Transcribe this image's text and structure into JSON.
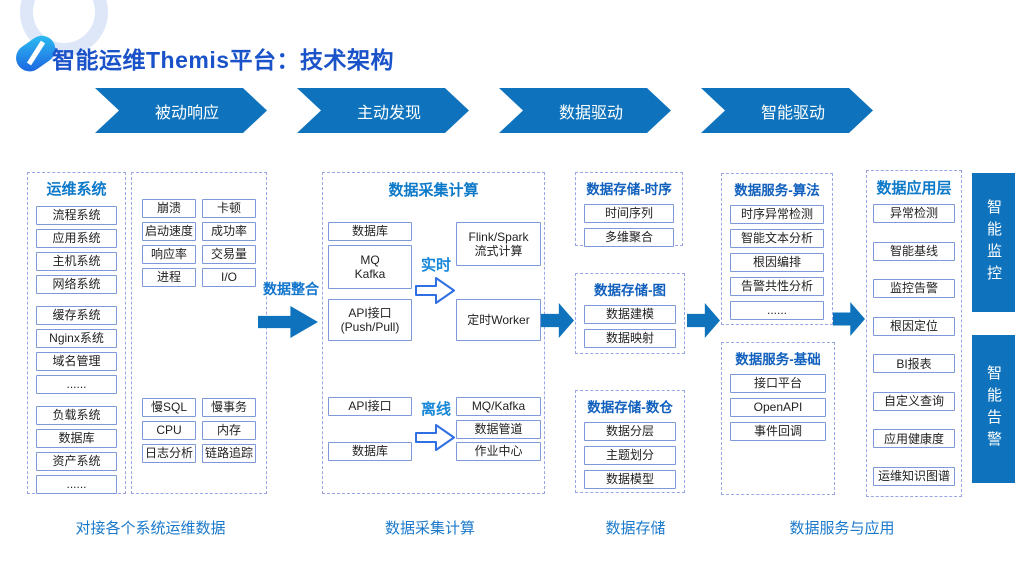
{
  "header": {
    "title": "智能运维Themis平台：技术架构"
  },
  "stages": [
    "被动响应",
    "主动发现",
    "数据驱动",
    "智能驱动"
  ],
  "ops": {
    "title": "运维系统",
    "g0": [
      "流程系统",
      "应用系统",
      "主机系统",
      "网络系统"
    ],
    "g1": [
      "缓存系统",
      "Nginx系统",
      "域名管理",
      "......"
    ],
    "g2": [
      "负载系统",
      "数据库",
      "资产系统",
      "......"
    ]
  },
  "metrics": {
    "g0": [
      "崩溃",
      "卡顿",
      "启动速度",
      "成功率",
      "响应率",
      "交易量",
      "进程",
      "I/O"
    ],
    "g1": [
      "慢SQL",
      "慢事务",
      "CPU",
      "内存",
      "日志分析",
      "链路追踪"
    ]
  },
  "integration": {
    "label": "数据整合"
  },
  "collection": {
    "title": "数据采集计算",
    "realtime_label": "实时",
    "offline_label": "离线",
    "rt_src": [
      "数据库",
      "MQ\nKafka",
      "API接口\n(Push/Pull)"
    ],
    "rt_dst": [
      "Flink/Spark\n流式计算",
      "定时Worker"
    ],
    "off_src": [
      "API接口",
      "数据库"
    ],
    "off_dst": [
      "MQ/Kafka",
      "数据管道",
      "作业中心"
    ]
  },
  "storage": {
    "ts": {
      "title": "数据存储-时序",
      "items": [
        "时间序列",
        "多维聚合"
      ]
    },
    "graph": {
      "title": "数据存储-图",
      "items": [
        "数据建模",
        "数据映射"
      ]
    },
    "dw": {
      "title": "数据存储-数仓",
      "items": [
        "数据分层",
        "主题划分",
        "数据模型"
      ]
    }
  },
  "services": {
    "algo": {
      "title": "数据服务-算法",
      "items": [
        "时序异常检测",
        "智能文本分析",
        "根因编排",
        "告警共性分析",
        "......"
      ]
    },
    "base": {
      "title": "数据服务-基础",
      "items": [
        "接口平台",
        "OpenAPI",
        "事件回调"
      ]
    }
  },
  "application": {
    "title": "数据应用层",
    "items": [
      "异常检测",
      "智能基线",
      "监控告警",
      "根因定位",
      "BI报表",
      "自定义查询",
      "应用健康度",
      "运维知识图谱"
    ]
  },
  "sidebars": [
    "智能监控",
    "智能告警"
  ],
  "footer": [
    "对接各个系统运维数据",
    "数据采集计算",
    "数据存储",
    "数据服务与应用"
  ],
  "colors": {
    "accent": "#0e73bc",
    "title_blue": "#1a52c9",
    "header_blue": "#0c79c9",
    "dashed_border": "#98a6e8"
  }
}
